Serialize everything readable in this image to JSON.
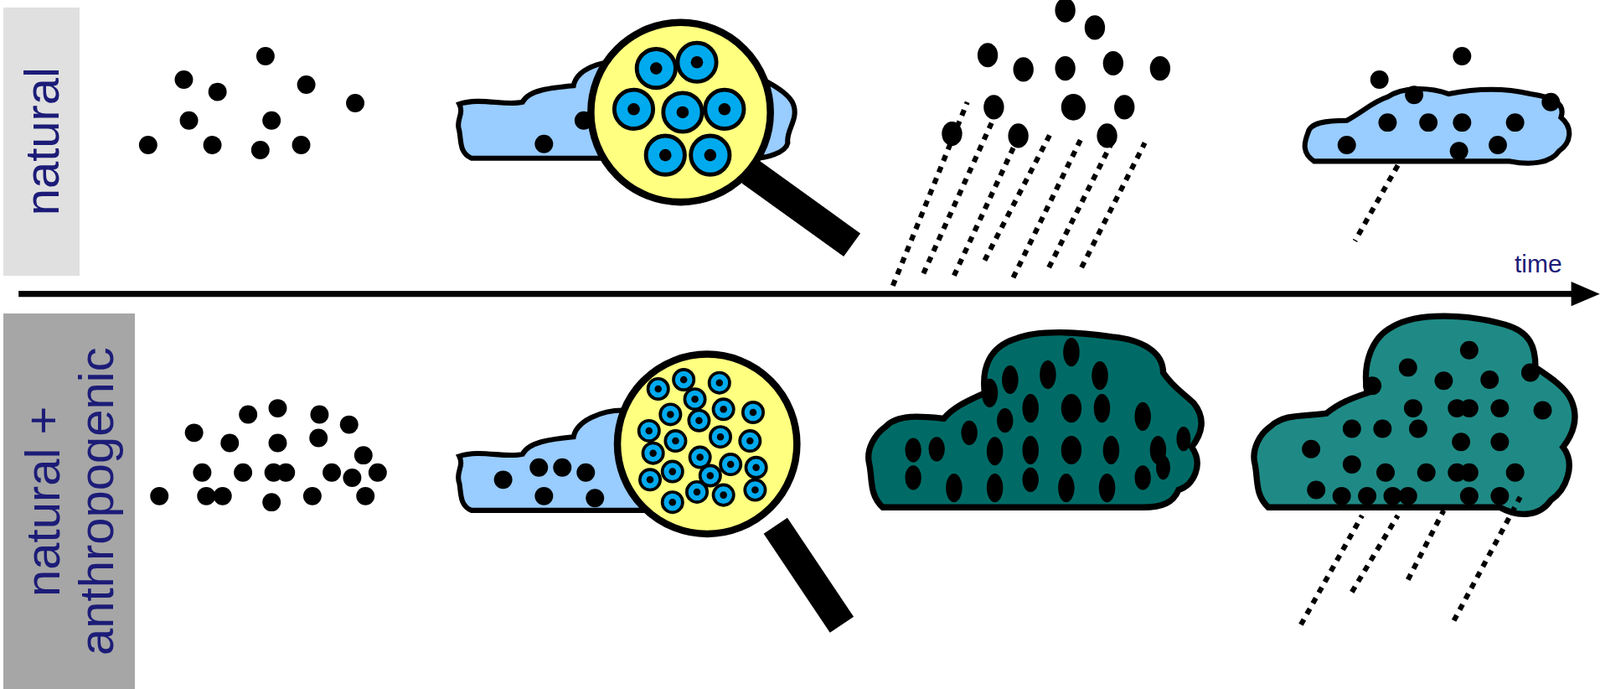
{
  "diagram": {
    "nodes": [
      {
        "text": [
          "natural"
        ]
      },
      {
        "text": [
          "natural + anthropogenic"
        ]
      }
    ],
    "labels": [
      "time"
    ]
  }
}
